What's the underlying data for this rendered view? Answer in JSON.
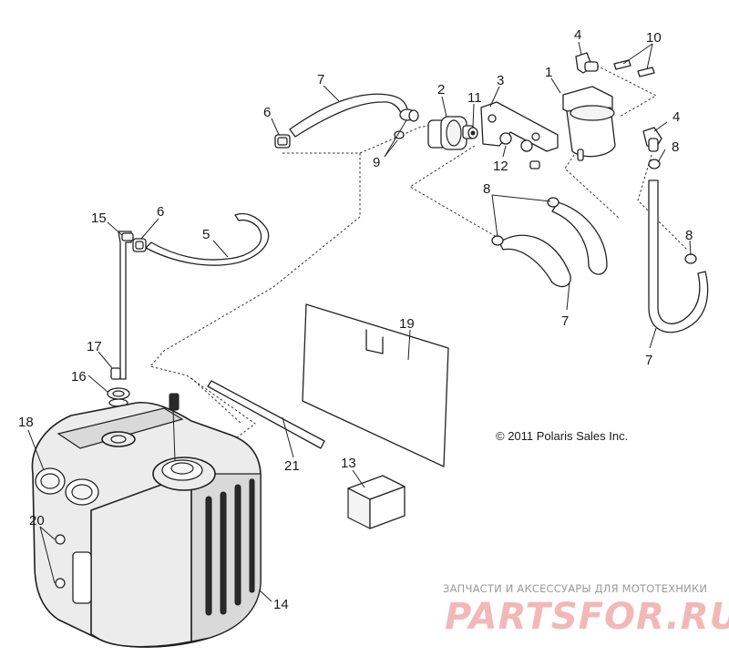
{
  "diagram": {
    "callouts": {
      "c1": "1",
      "c2": "2",
      "c3": "3",
      "c4a": "4",
      "c4b": "4",
      "c5": "5",
      "c6a": "6",
      "c6b": "6",
      "c7a": "7",
      "c7b": "7",
      "c7c": "7",
      "c8a": "8",
      "c8b": "8",
      "c8c": "8",
      "c9": "9",
      "c10": "10",
      "c11": "11",
      "c12": "12",
      "c13": "13",
      "c14": "14",
      "c15": "15",
      "c16": "16",
      "c17": "17",
      "c18": "18",
      "c19": "19",
      "c20": "20",
      "c21": "21"
    },
    "copyright": "© 2011 Polaris Sales Inc."
  },
  "watermark": {
    "tagline": "ЗАПЧАСТИ И АКСЕССУАРЫ ДЛЯ МОТОТЕХНИКИ",
    "logo": "PARTSFOR.RU"
  },
  "colors": {
    "line": "#222222",
    "watermark_logo": "#f2b8b8",
    "watermark_text": "#9a9a9a"
  }
}
